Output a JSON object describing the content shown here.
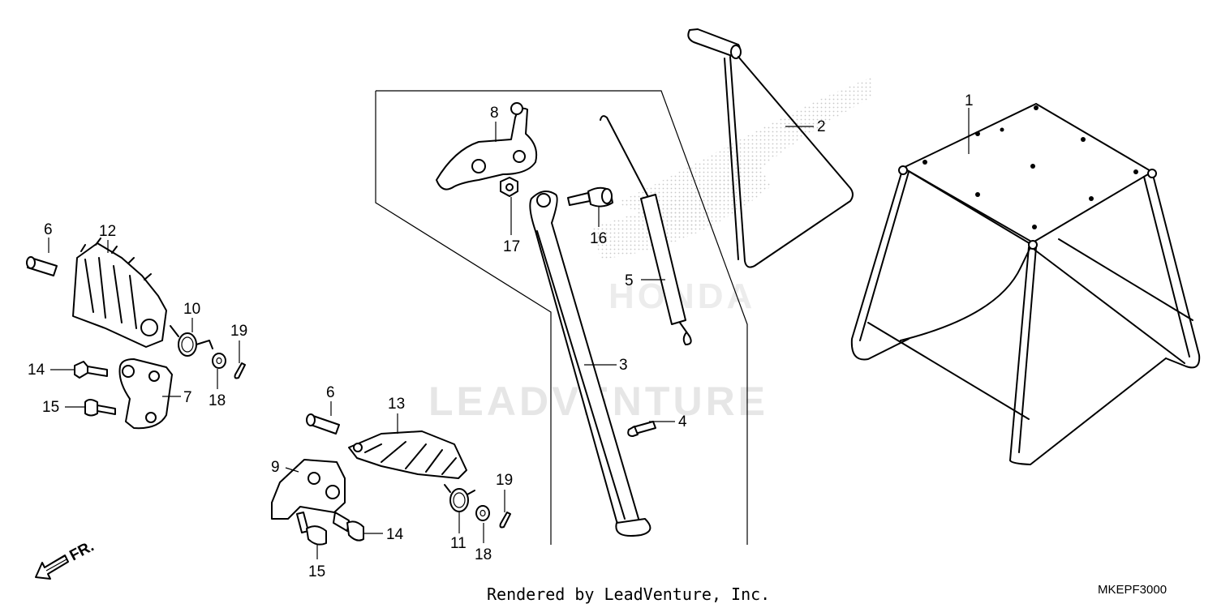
{
  "watermark": {
    "text": "LEADVENTURE"
  },
  "callouts": {
    "c1": "1",
    "c2": "2",
    "c3": "3",
    "c4": "4",
    "c5": "5",
    "c6a": "6",
    "c6b": "6",
    "c7": "7",
    "c8": "8",
    "c9": "9",
    "c10": "10",
    "c11": "11",
    "c12": "12",
    "c13": "13",
    "c14a": "14",
    "c14b": "14",
    "c15a": "15",
    "c15b": "15",
    "c16": "16",
    "c17": "17",
    "c18a": "18",
    "c18b": "18",
    "c19a": "19",
    "c19b": "19"
  },
  "direction": {
    "label": "FR."
  },
  "footer": {
    "credit": "Rendered by LeadVenture, Inc.",
    "diagram_code": "MKEPF3000"
  },
  "colors": {
    "line": "#000000",
    "background": "#ffffff",
    "watermark": "#e6e6e6"
  }
}
